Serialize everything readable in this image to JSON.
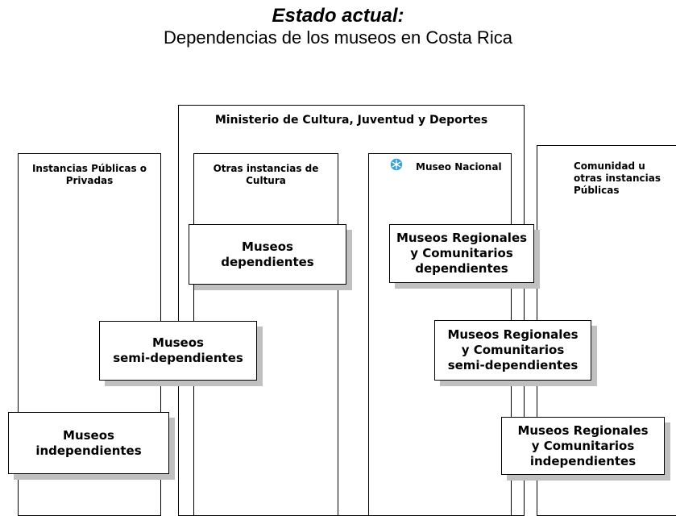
{
  "title": "Estado actual:",
  "subtitle": "Dependencias de los museos en Costa Rica",
  "ministry": {
    "label": "Ministerio de Cultura, Juventud y Deportes"
  },
  "columns": {
    "public_private": "Instancias Públicas o Privadas",
    "other_culture": "Otras instancias de Cultura",
    "museo_nacional": "Museo Nacional",
    "community": "Comunidad u otras instancias Públicas"
  },
  "boxes": {
    "dependientes": {
      "line1": "Museos",
      "line2": "dependientes"
    },
    "semi": {
      "line1": "Museos",
      "line2": "semi-dependientes"
    },
    "independientes": {
      "line1": "Museos",
      "line2": "independientes"
    },
    "reg_dep": {
      "line1": "Museos Regionales",
      "line2": "y Comunitarios",
      "line3": "dependientes"
    },
    "reg_semi": {
      "line1": "Museos Regionales",
      "line2": "y Comunitarios",
      "line3": "semi-dependientes"
    },
    "reg_ind": {
      "line1": "Museos Regionales",
      "line2": "y Comunitarios",
      "line3": "independientes"
    }
  },
  "icons": {
    "museo_nacional": "museum-snowflake-icon"
  },
  "colors": {
    "icon": "#3aa0d8",
    "shadow": "#c0c0c0"
  }
}
